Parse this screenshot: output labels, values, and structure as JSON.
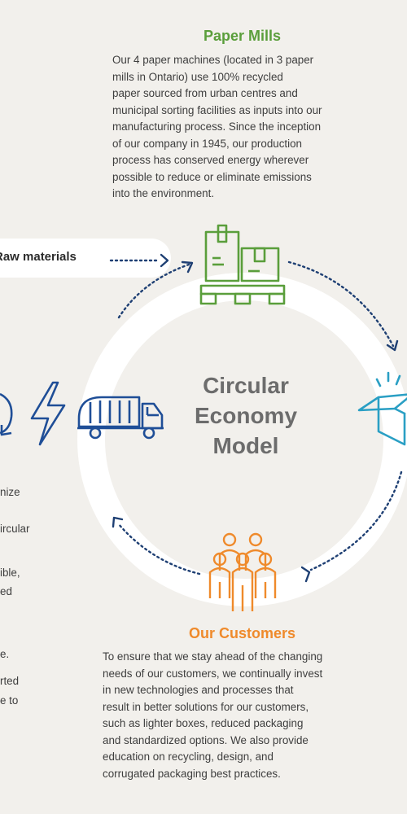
{
  "paper_mills": {
    "title": "Paper Mills",
    "body": "Our 4 paper machines (located in 3 paper\nmills in Ontario) use 100% recycled\npaper sourced from urban centres and\nmunicipal sorting facilities as inputs into our\nmanufacturing process. Since the inception\nof our company in 1945, our production\nprocess has conserved energy wherever\npossible to reduce or eliminate emissions\ninto the environment."
  },
  "raw_materials": {
    "label": "Raw materials"
  },
  "center": {
    "title": "Circular\nEconomy\nModel"
  },
  "customers": {
    "title": "Our Customers",
    "body": "To ensure that we stay ahead of the changing\nneeds of our customers, we continually invest\nin new technologies and processes that\nresult in better solutions for our customers,\nsuch as lighter boxes, reduced packaging\nand standardized options. We also provide\neducation on recycling, design, and\ncorrugated packaging best practices."
  },
  "left_fragments": [
    "nize",
    "ircular",
    "ible,",
    "ed",
    "e.",
    "rted",
    "e to"
  ],
  "icons": [
    "pallet-boxes-icon",
    "open-box-icon",
    "people-icon",
    "garbage-truck-icon",
    "lightning-icon",
    "recycle-arrow-icon"
  ],
  "colors": {
    "green": "#5a9e3b",
    "blue": "#1f4e97",
    "teal": "#2a9fc4",
    "orange": "#ef8a2b",
    "navy_dots": "#1e3f73"
  }
}
